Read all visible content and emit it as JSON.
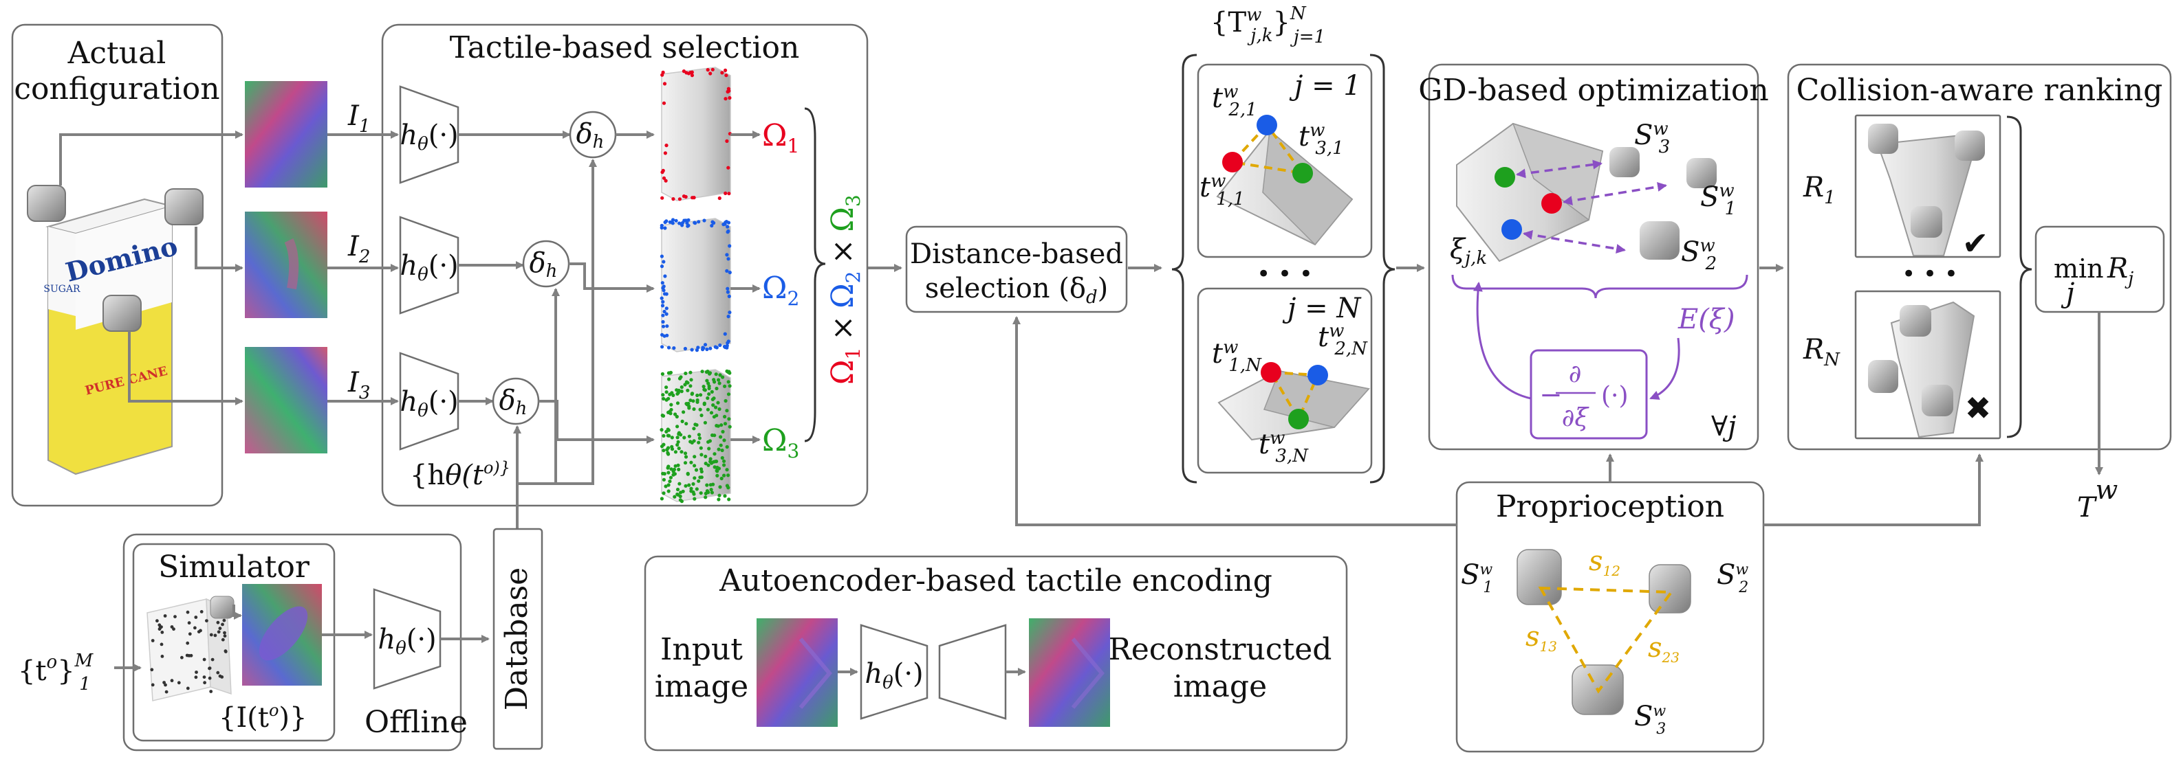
{
  "actual_config": {
    "title_line1": "Actual",
    "title_line2": "configuration",
    "box_text_1": "Domino",
    "box_text_2": "SUGAR",
    "box_text_3": "PURE CANE"
  },
  "tactile": {
    "title": "Tactile-based selection",
    "inputs": [
      "I",
      "I",
      "I"
    ],
    "input_subs": [
      "1",
      "2",
      "3"
    ],
    "encoder": "h",
    "encoder_sub": "θ",
    "encoder_arg": "(·)",
    "delta": "δ",
    "delta_sub": "h",
    "omegas": [
      "Ω",
      "Ω",
      "Ω"
    ],
    "omega_subs": [
      "1",
      "2",
      "3"
    ],
    "omega_colors": [
      "#e8001e",
      "#1a5ce6",
      "#1ea01e"
    ],
    "database_latent": "{h",
    "database_latent_rest": "θ(t",
    "database_latent_end": "o)}",
    "product_times": "×"
  },
  "distance": {
    "line1": "Distance-based",
    "line2": "selection (δ",
    "line2_sub": "d",
    "line2_end": ")"
  },
  "transforms": {
    "header": "{T",
    "header_sup": "w",
    "header_sub": "j,k",
    "header_end": "}",
    "header_range_sup": "N",
    "header_range_sub": "j=1",
    "j1": "j = 1",
    "jN": "j = N",
    "t_labels": [
      "t",
      "t",
      "t",
      "t",
      "t",
      "t"
    ],
    "t_sups": [
      "w",
      "w",
      "w",
      "w",
      "w",
      "w"
    ],
    "t_subs": [
      "2,1",
      "3,1",
      "1,1",
      "1,N",
      "2,N",
      "3,N"
    ],
    "dots": "• • •"
  },
  "gd": {
    "title": "GD-based optimization",
    "xi": "ξ",
    "xi_sub": "j,k",
    "S3": "S",
    "S1": "S",
    "S2": "S",
    "s_sups": [
      "w",
      "w",
      "w"
    ],
    "s_subs": [
      "3",
      "1",
      "2"
    ],
    "energy": "E(ξ)",
    "gradient": "−",
    "partial_num": "∂",
    "partial_den": "∂ξ",
    "gradient_arg": "(·)",
    "forall": "∀j"
  },
  "ranking": {
    "title": "Collision-aware ranking",
    "R1": "R",
    "RN": "R",
    "R_subs": [
      "1",
      "N"
    ],
    "min": "min",
    "min_sub": "j",
    "min_R": "R",
    "min_R_sub": "j",
    "dots": "• • •",
    "check": "✔",
    "cross": "✖"
  },
  "output": {
    "T": "T",
    "T_sup": "w"
  },
  "proprioception": {
    "title": "Proprioception",
    "S_labels": [
      "S",
      "S",
      "S"
    ],
    "S_sups": [
      "w",
      "w",
      "w"
    ],
    "S_subs": [
      "1",
      "2",
      "3"
    ],
    "s_labels": [
      "s",
      "s",
      "s"
    ],
    "s_subs": [
      "12",
      "13",
      "23"
    ]
  },
  "simulator": {
    "title": "Simulator",
    "caption": "{I(t",
    "caption_sup": "o",
    "caption_end": ")}",
    "offline": "Offline",
    "input": "{t",
    "input_sup": "o",
    "input_mid": "}",
    "input_range_sup": "M",
    "input_range_sub": "1",
    "database": "Database"
  },
  "autoencoder": {
    "title": "Autoencoder-based tactile encoding",
    "in1": "Input",
    "in2": "image",
    "out1": "Reconstructed",
    "out2": "image"
  },
  "colors": {
    "red": "#e8001e",
    "green": "#1ea01e",
    "blue": "#1a5ce6",
    "gold": "#e0a800",
    "purple": "#8a4fc4",
    "stroke": "#6e6e6e",
    "arrow": "#808080"
  }
}
